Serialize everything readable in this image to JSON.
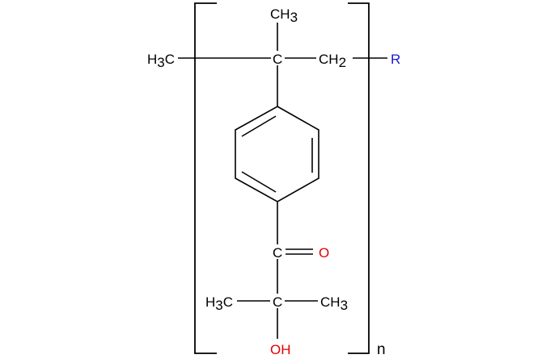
{
  "diagram": {
    "type": "chemical-structure",
    "description": "Polymer repeat unit with 2-hydroxy-2-methyl-1-phenylpropan-1-one pendant group",
    "colors": {
      "bond": "#000000",
      "carbon_label": "#000000",
      "oxygen_label": "#e00000",
      "r_group_label": "#1a1acc"
    },
    "backbone": {
      "left_end": {
        "main": "H",
        "sub": "3",
        "tail": "C"
      },
      "quaternary_c": "C",
      "top_methyl": {
        "main": "CH",
        "sub": "3"
      },
      "methylene": {
        "main": "CH",
        "sub": "2"
      },
      "r_group": "R"
    },
    "ring": {
      "type": "benzene",
      "substitution": "para"
    },
    "carbonyl": {
      "carbon": "C",
      "oxygen": "O"
    },
    "hydroxy_carbon": {
      "carbon": "C",
      "left_methyl": {
        "main": "H",
        "sub": "3",
        "tail": "C"
      },
      "right_methyl": {
        "main": "CH",
        "sub": "3"
      },
      "hydroxyl": "OH"
    },
    "repeat_subscript": "n"
  }
}
